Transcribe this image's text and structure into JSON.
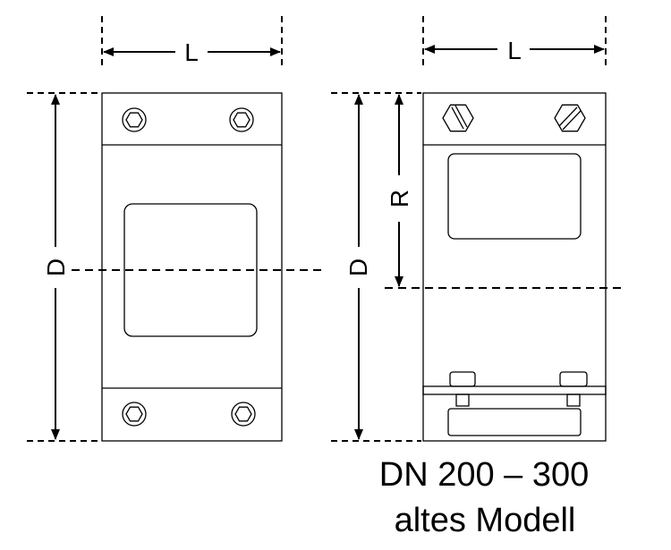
{
  "labels": {
    "left_width": "L",
    "left_height": "D",
    "right_width": "L",
    "right_height": "D",
    "right_radius": "R"
  },
  "caption": {
    "line1": "DN 200 – 300",
    "line2": "altes Modell"
  }
}
